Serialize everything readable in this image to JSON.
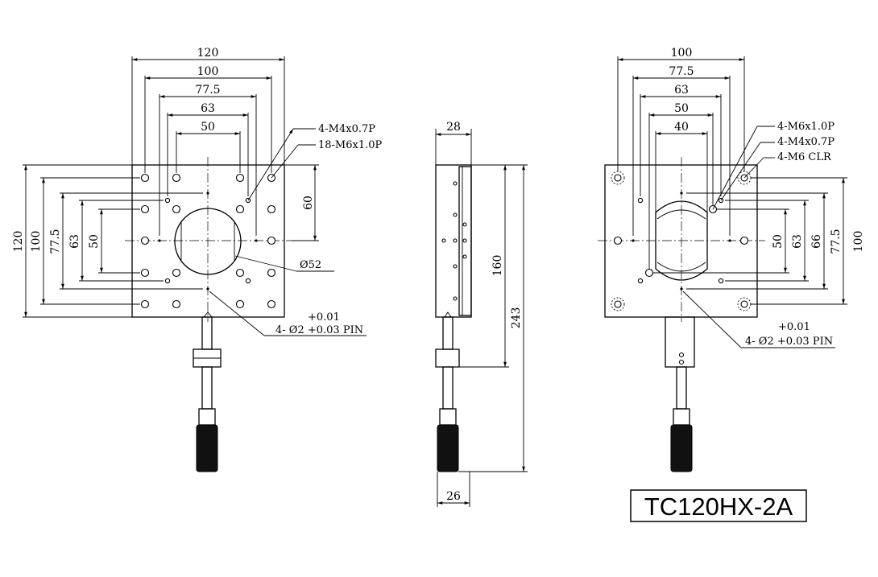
{
  "part_number": "TC120HX-2A",
  "front_view": {
    "top_dims": [
      "120",
      "100",
      "77.5",
      "63",
      "50"
    ],
    "left_dims": [
      "120",
      "100",
      "77.5",
      "63",
      "50"
    ],
    "right_dim": "60",
    "callouts": {
      "thread1": "4-M4x0.7P",
      "thread2": "18-M6x1.0P",
      "bore": "Ø52",
      "pin_tol": "+0.01",
      "pin": "4- Ø2 +0.03 PIN"
    }
  },
  "side_view": {
    "top_dim": "28",
    "bottom_dim": "26",
    "height1": "160",
    "height2": "243"
  },
  "rear_view": {
    "top_dims": [
      "100",
      "77.5",
      "63",
      "50",
      "40"
    ],
    "right_dims": [
      "50",
      "63",
      "66",
      "77.5",
      "100"
    ],
    "callouts": {
      "thread1": "4-M6x1.0P",
      "thread2": "4-M4x0.7P",
      "clr": "4-M6 CLR",
      "pin_tol": "+0.01",
      "pin": "4- Ø2 +0.03 PIN"
    }
  }
}
